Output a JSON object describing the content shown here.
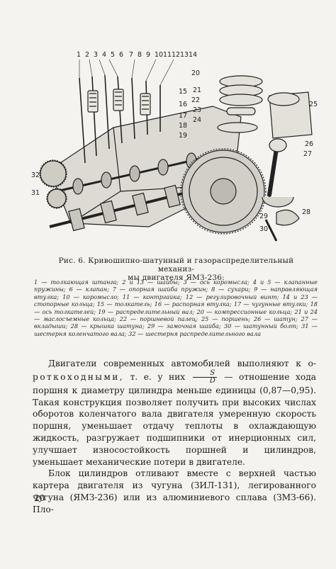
{
  "figure": {
    "callouts_top": [
      "1",
      "2",
      "3",
      "4",
      "5",
      "6",
      "7",
      "8",
      "9",
      "10",
      "11",
      "12",
      "13",
      "14"
    ],
    "callouts_right": [
      "15",
      "16",
      "17",
      "18",
      "19",
      "20",
      "21",
      "22",
      "23",
      "24",
      "25",
      "26",
      "27",
      "28",
      "29",
      "30"
    ],
    "callouts_left": [
      "31",
      "32"
    ]
  },
  "caption": {
    "title_part1": "Рис. 6. Кривошипно-шатунный и газораспределительный механиз-",
    "title_part2": "мы двигателя ЯМЗ-236:",
    "legend": "1 — толкающая штанга; 2 и 13 — шайбы; 3 — ось коромысла; 4 и 5 — клапанные пружины; 6 — клапан; 7 — опорная шайба пружин; 8 — сухари; 9 — направляющая втулка; 10 — коромысло; 11 — контргайка; 12 — регулировочный винт; 14 и 23 — стопорные кольца; 15 — толкатель; 16 — распорная втулка; 17 — чугунные втулки; 18 — ось толкателей; 19 — распределительный вал; 20 — компрессионные кольца; 21 и 24 — маслосъемные кольца; 22 — поршневой палец; 25 — поршень; 26 — шатун; 27 — вкладыши; 28 — крышка шатуна; 29 — замочная шайба; 30 — шатунный болт; 31 — шестерня коленчатого вала; 32 — шестерня распределительного вала"
  },
  "body": {
    "p1_a": "Двигатели современных автомобилей выполняют к о-",
    "p1_spaced": "роткоходными,",
    "p1_b": "т. е. у них",
    "frac_num": "S",
    "frac_den": "D",
    "p1_c": "— отношение хода поршня к диаметру цилиндра меньше единицы (0,87—0,95). Такая конструкция позволяет получить при высоких числах оборотов коленчатого вала двигателя умеренную скорость поршня, уменьшает отдачу теплоты в охлаждающую жидкость, разгружает подшипники от инерционных сил, улучшает износостойкость поршней и цилиндров, уменьшает механические потери в двигателе.",
    "p2": "Блок цилиндров отливают вместе с верхней частью картера двигателя из чугуна (ЗИЛ-131), легированного чугуна (ЯМЗ-236) или из алюминиевого сплава (ЗМЗ-66). Пло-"
  },
  "page_number": "20"
}
